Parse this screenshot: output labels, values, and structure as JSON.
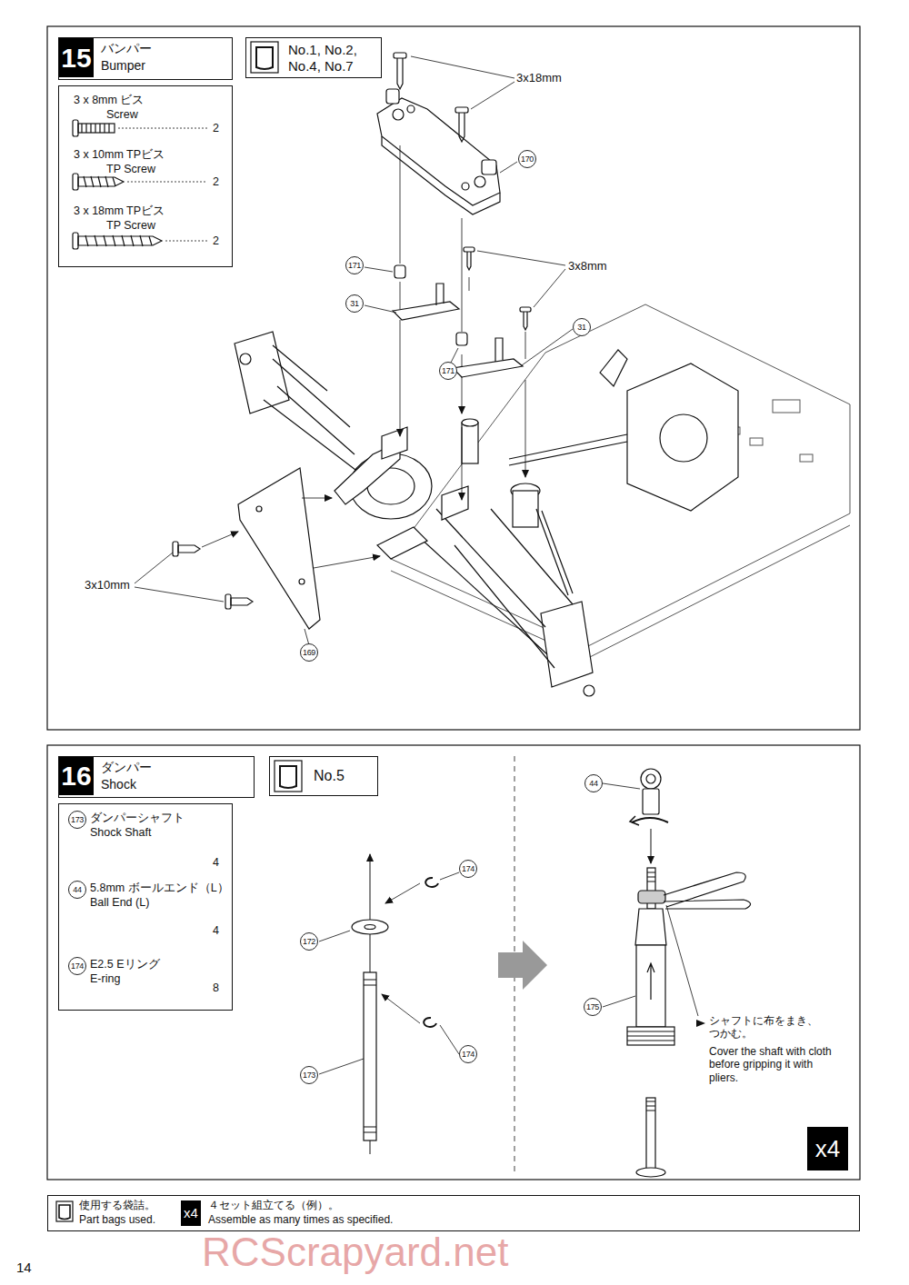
{
  "diagram": {
    "nodes": [
      {
        "text": [
          "15",
          "バンパー",
          "Bumper"
        ]
      },
      {
        "text": [
          "No.1, No.2, No.4, No.7"
        ]
      },
      {
        "text": [
          "3 x 8mm ビス",
          "Screw",
          "2",
          "3 x 10mm TPビス",
          "TP Screw",
          "2",
          "3 x 18mm TPビス",
          "TP Screw",
          "2"
        ]
      },
      {
        "text": [
          "16",
          "ダンパー",
          "Shock"
        ]
      },
      {
        "text": [
          "No.5"
        ]
      },
      {
        "text": [
          "173",
          "ダンパーシャフト",
          "Shock Shaft",
          "4",
          "44",
          "5.8mm ボールエンド（L）",
          "Ball End (L)",
          "4",
          "174",
          "E2.5 Eリング",
          "E-ring",
          "8"
        ]
      },
      {
        "text": [
          "x4"
        ]
      },
      {
        "text": [
          "使用する袋詰。",
          "Part bags used.",
          "x4",
          "４セット組立てる（例）。",
          "Assemble as many times as specified."
        ]
      }
    ],
    "labels": [
      "3x18mm",
      "170",
      "171",
      "31",
      "3x8mm",
      "31",
      "171",
      "3x10mm",
      "169",
      "174",
      "172",
      "174",
      "173",
      "44",
      "175",
      "シャフトに布をまき、 つかむ。",
      "Cover the shaft with cloth before gripping it with pliers.",
      "14",
      "RCScrapyard.net"
    ]
  }
}
